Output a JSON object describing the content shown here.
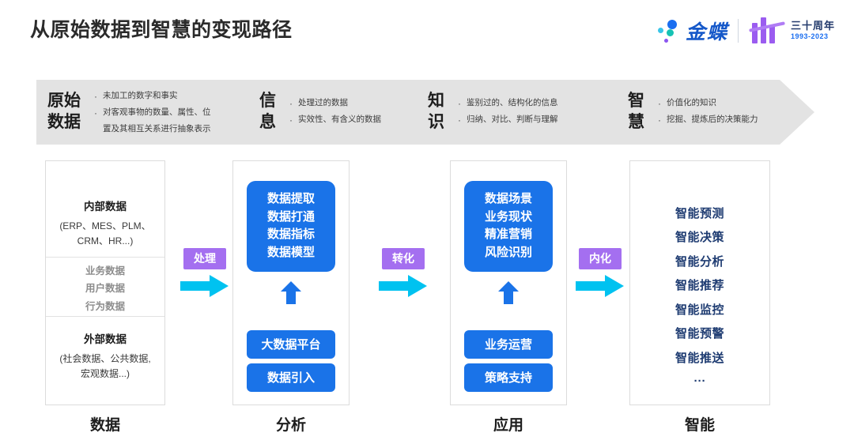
{
  "header": {
    "title": "从原始数据到智慧的变现路径",
    "brand_name": "金蝶",
    "anniversary_text": "三十周年",
    "anniversary_years": "1993-2023"
  },
  "banner": {
    "stages": [
      {
        "name": "原始\n数据",
        "bullets": [
          "未加工的数字和事实",
          "对客观事物的数量、属性、位",
          "置及其相互关系进行抽象表示"
        ],
        "bullet_dots": [
          "·",
          "·",
          ""
        ]
      },
      {
        "name": "信\n息",
        "bullets": [
          "处理过的数据",
          "实效性、有含义的数据"
        ],
        "bullet_dots": [
          "·",
          "·"
        ]
      },
      {
        "name": "知\n识",
        "bullets": [
          "鉴别过的、结构化的信息",
          "归纳、对比、判断与理解"
        ],
        "bullet_dots": [
          "·",
          "·"
        ]
      },
      {
        "name": "智\n慧",
        "bullets": [
          "价值化的知识",
          "挖掘、提炼后的决策能力"
        ],
        "bullet_dots": [
          "·",
          "·"
        ]
      }
    ]
  },
  "columns": {
    "data": {
      "title": "数据",
      "internal_head": "内部数据",
      "internal_sub": "(ERP、MES、PLM、\nCRM、HR...)",
      "middle_items": [
        "业务数据",
        "用户数据",
        "行为数据"
      ],
      "external_head": "外部数据",
      "external_sub": "(社会数据、公共数据,\n宏观数据...)"
    },
    "analysis": {
      "title": "分析",
      "box_lines": [
        "数据提取",
        "数据打通",
        "数据指标",
        "数据模型"
      ],
      "pill_a": "大数据平台",
      "pill_b": "数据引入"
    },
    "application": {
      "title": "应用",
      "box_lines": [
        "数据场景",
        "业务现状",
        "精准营销",
        "风险识别"
      ],
      "pill_a": "业务运营",
      "pill_b": "策略支持"
    },
    "intelligence": {
      "title": "智能",
      "items": [
        "智能预测",
        "智能决策",
        "智能分析",
        "智能推荐",
        "智能监控",
        "智能预警",
        "智能推送"
      ],
      "ellipsis": "···"
    }
  },
  "connectors": [
    {
      "label": "处理"
    },
    {
      "label": "转化"
    },
    {
      "label": "内化"
    }
  ],
  "colors": {
    "accent_blue": "#1a73e8",
    "arrow_cyan": "#00c2f0",
    "label_purple": "#a46ff0",
    "navy": "#1f3c72",
    "banner_gray": "#e3e3e3"
  }
}
